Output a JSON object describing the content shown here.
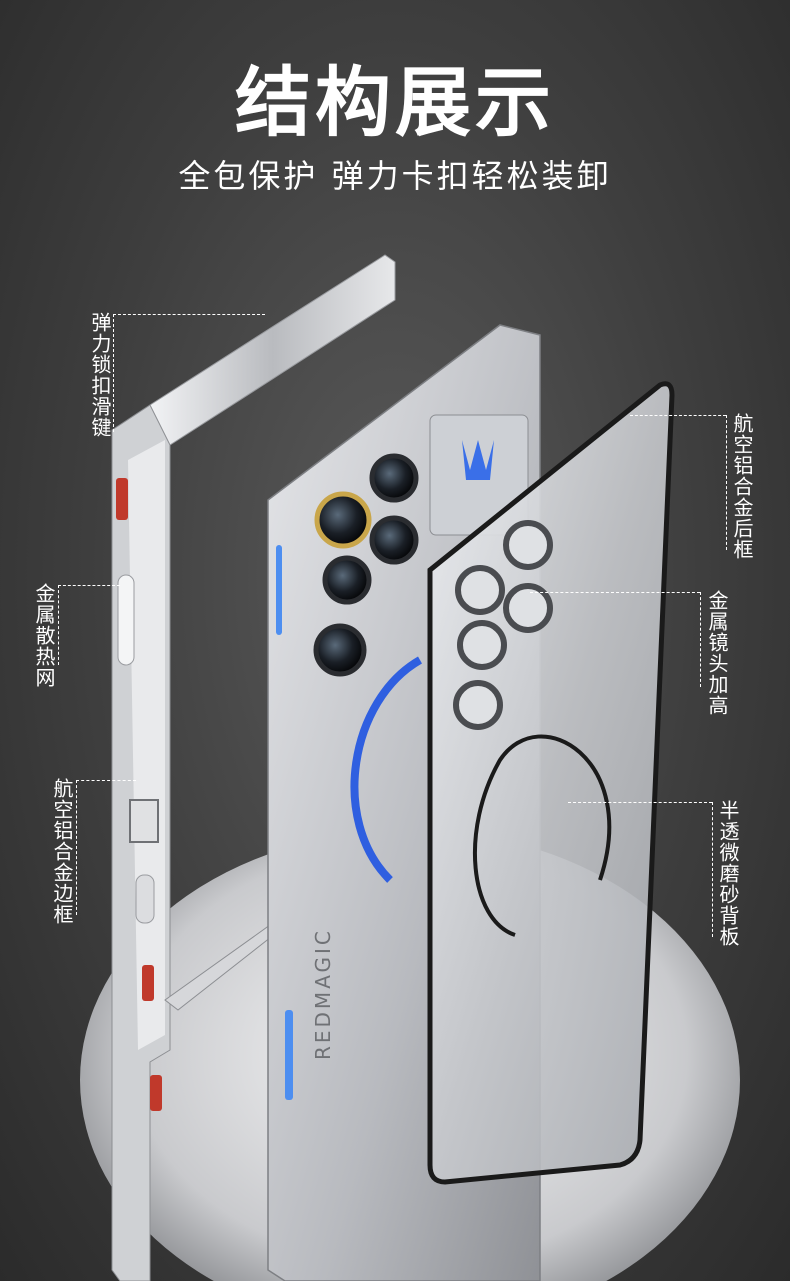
{
  "header": {
    "title": "结构展示",
    "subtitle": "全包保护 弹力卡扣轻松装卸"
  },
  "callouts": {
    "spring_lock_key": "弹力锁扣滑键",
    "metal_heat_mesh": "金属散热网",
    "aluminum_frame": "航空铝合金边框",
    "aluminum_back_frame": "航空铝合金后框",
    "metal_lens_raise": "金属镜头加高",
    "frosted_back": "半透微磨砂背板"
  },
  "phone": {
    "brand_text": "REDMAGIC"
  },
  "colors": {
    "background": "#3e3e3e",
    "silver": "#d9dadc",
    "accent_blue": "#2f5fe0",
    "accent_red": "#c0392b",
    "text": "#ffffff"
  }
}
